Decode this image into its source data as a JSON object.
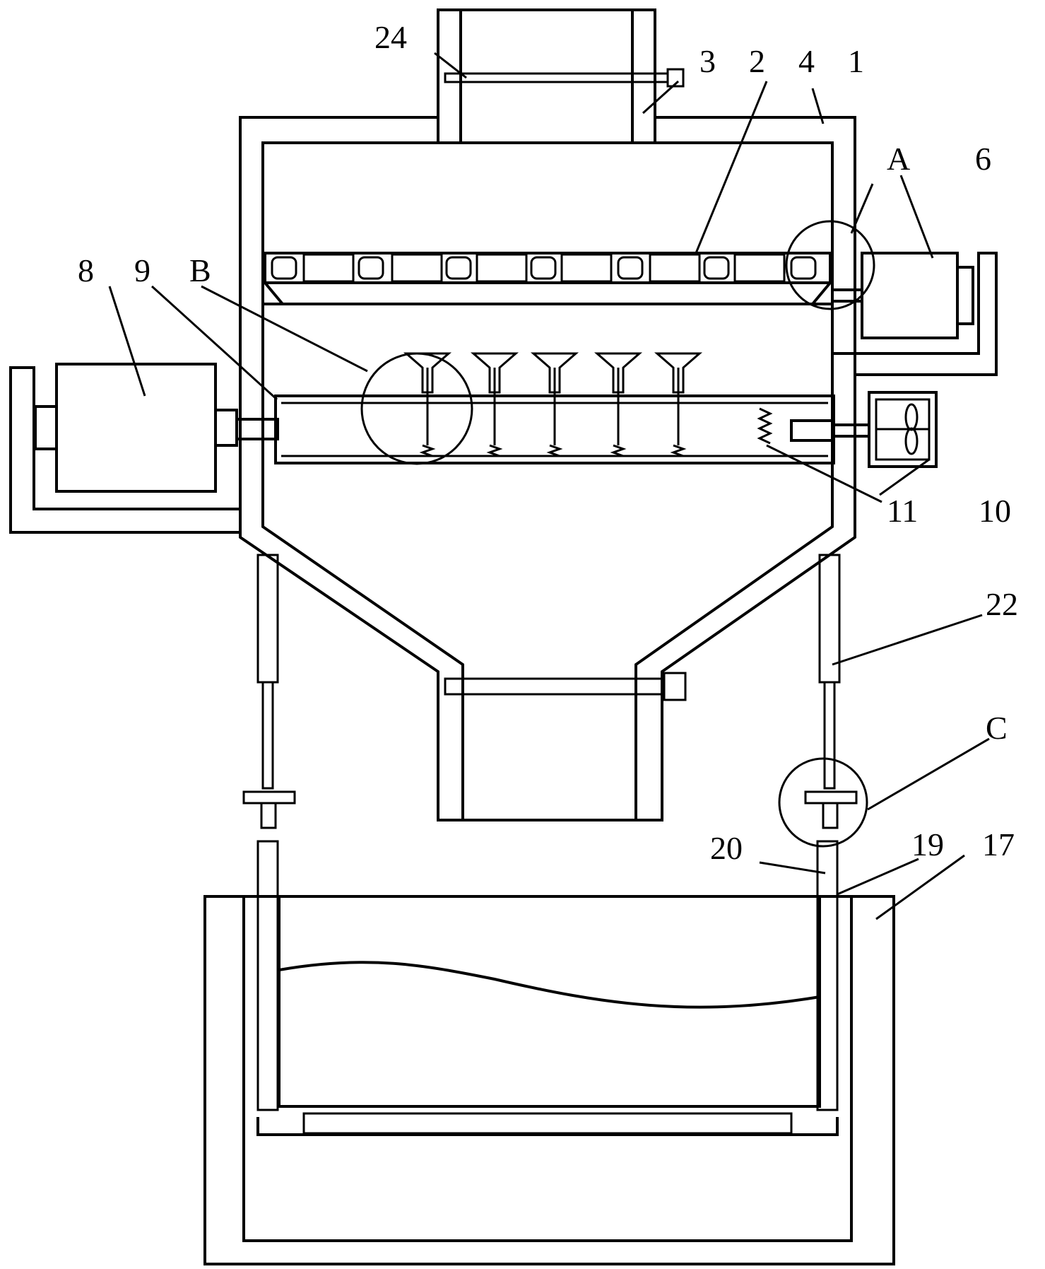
{
  "labels": {
    "l1": "1",
    "l2": "2",
    "l3": "3",
    "l4": "4",
    "l6": "6",
    "l8": "8",
    "l9": "9",
    "l10": "10",
    "l11": "11",
    "l17": "17",
    "l19": "19",
    "l20": "20",
    "l22": "22",
    "l24": "24",
    "lA": "A",
    "lB": "B",
    "lC": "C"
  },
  "colors": {
    "stroke": "#000000",
    "background": "#ffffff"
  }
}
